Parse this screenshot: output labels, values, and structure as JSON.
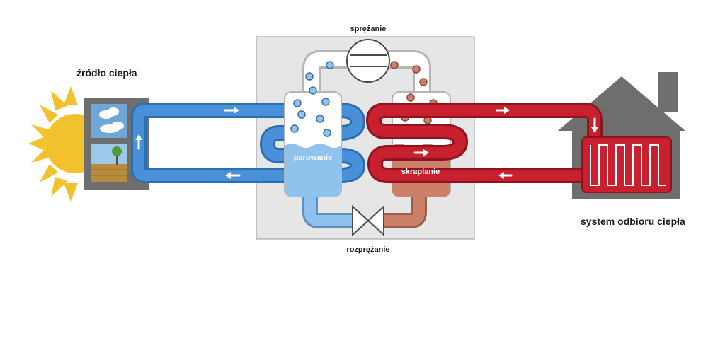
{
  "labels": {
    "source": "źródło ciepła",
    "receiver": "system odbioru ciepła",
    "compression": "sprężanie",
    "expansion": "rozprężanie",
    "evaporation": "parowanie",
    "condensation": "skraplanie"
  },
  "colors": {
    "cold_loop": "#4a90d9",
    "cold_outline": "#2c6fb0",
    "cold_tank": "#8fc3ee",
    "hot_loop": "#c8202e",
    "hot_outline": "#8e1520",
    "hot_tank": "#cc7f69",
    "unit_bg": "#e6e6e6",
    "house": "#6e6e6e",
    "sun": "#f2c12e"
  },
  "icons": [
    "sun-icon",
    "window-icon",
    "house-icon",
    "compressor-icon",
    "expansion-valve-icon",
    "radiator-icon",
    "flow-arrow-icon"
  ]
}
